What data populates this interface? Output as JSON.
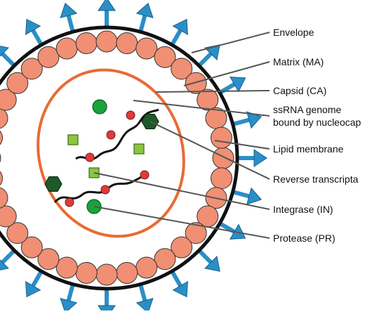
{
  "diagram": {
    "labels": [
      {
        "id": "envelope",
        "lines": [
          "Envelope"
        ]
      },
      {
        "id": "matrix",
        "lines": [
          "Matrix (MA)"
        ]
      },
      {
        "id": "capsid",
        "lines": [
          "Capsid (CA)"
        ]
      },
      {
        "id": "ssrna",
        "lines": [
          "ssRNA genome",
          "bound by nucleocap"
        ]
      },
      {
        "id": "lipid",
        "lines": [
          "Lipid membrane"
        ]
      },
      {
        "id": "rt",
        "lines": [
          "Reverse transcripta"
        ]
      },
      {
        "id": "integrase",
        "lines": [
          "Integrase (IN)"
        ]
      },
      {
        "id": "protease",
        "lines": [
          "Protease (PR)"
        ]
      }
    ],
    "colors": {
      "membrane": "#111111",
      "matrix_fill": "#f08f73",
      "matrix_stroke": "#333333",
      "glycoprotein": "#2a8fc8",
      "capsid": "#e86b35",
      "protease": "#1aa33b",
      "integrase": "#8cc63f",
      "reverse_transcriptase": "#1e5a28",
      "nucleocapsid": "#e03a3a",
      "leader": "#555555"
    }
  }
}
